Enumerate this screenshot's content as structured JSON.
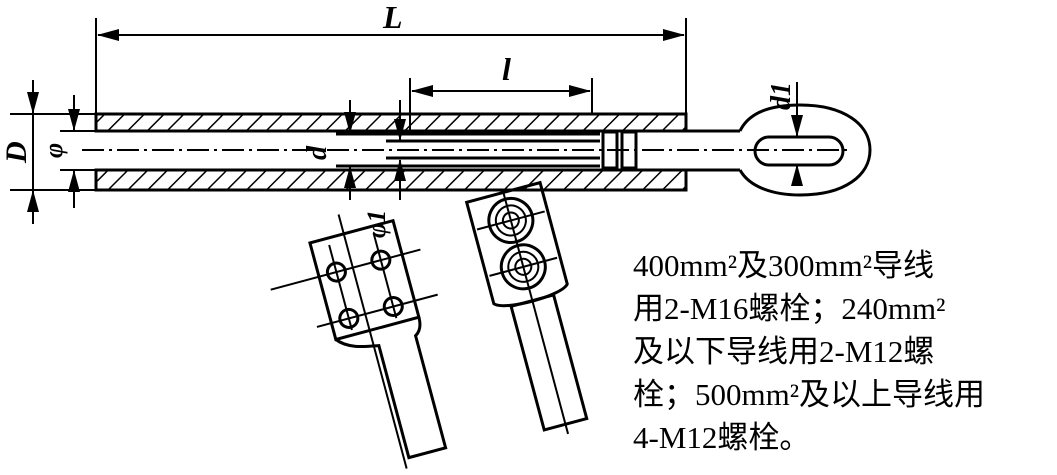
{
  "labels": {
    "L": "L",
    "l": "l",
    "D": "D",
    "phi": "φ",
    "d": "d",
    "phi1": "φ1",
    "d1": "d1"
  },
  "note": {
    "lines": [
      "400mm²及300mm²导线",
      "用2-M16螺栓；240mm²",
      "及以下导线用2-M12螺",
      "栓；500mm²及以上导线用",
      "4-M12螺栓。"
    ]
  }
}
